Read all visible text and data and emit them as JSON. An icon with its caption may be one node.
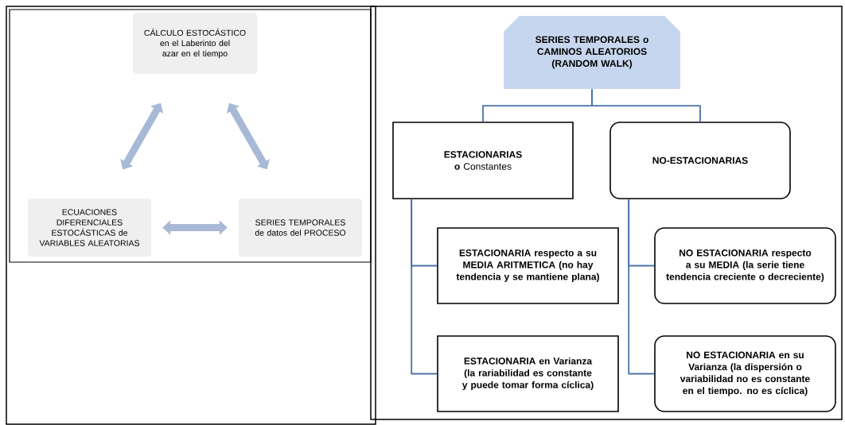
{
  "diagram": {
    "nodes": [
      {
        "text": [
          "CÁLCULO ESTOCÁSTICO en el Laberinto del azar en el tiempo"
        ]
      },
      {
        "text": [
          "ECUACIONES DIFERENCIALES ESTOCÁSTICAS de VARIABLES ALEATORIAS"
        ]
      },
      {
        "text": [
          "SERIES TEMPORALES de datos del PROCESO"
        ]
      },
      {
        "text": [
          "SERIES TEMPORALES o CAMINOS ALEATORIOS (RANDOM WALK)"
        ]
      },
      {
        "text": [
          "**ESTACIONARIAS o** Constantes"
        ]
      },
      {
        "text": [
          "NO-ESTACIONARIAS"
        ]
      },
      {
        "text": [
          "ESTACIONARIA respecto a su MEDIA ARITMETICA (no hay tendencia y se mantiene plana)"
        ]
      },
      {
        "text": [
          "ESTACIONARIA en Varianza (la rariabilidad es constante y puede tomar forma cíclica)"
        ]
      },
      {
        "text": [
          "NO ESTACIONARIA respecto a su MEDIA (la serie tiene tendencia creciente o decreciente)"
        ]
      },
      {
        "text": [
          "NO ESTACIONARIA en su Varianza (la dispersión o variabilidad no es constante en el tiempo. no es cíclica)"
        ]
      }
    ],
    "edges": [
      {
        "from": 0,
        "to": 1,
        "arrow": "both",
        "style": "thick",
        "color": "#a7b9d6"
      },
      {
        "from": 0,
        "to": 2,
        "arrow": "both",
        "style": "thick",
        "color": "#a7b9d6"
      },
      {
        "from": 1,
        "to": 2,
        "arrow": "both",
        "style": "thick",
        "color": "#a7b9d6"
      },
      {
        "from": 3,
        "to": 4,
        "arrow": "none"
      },
      {
        "from": 3,
        "to": 5,
        "arrow": "none"
      },
      {
        "from": 4,
        "to": 6,
        "arrow": "none"
      },
      {
        "from": 4,
        "to": 7,
        "arrow": "none"
      },
      {
        "from": 5,
        "to": 8,
        "arrow": "none"
      },
      {
        "from": 5,
        "to": 9,
        "arrow": "none"
      }
    ]
  }
}
